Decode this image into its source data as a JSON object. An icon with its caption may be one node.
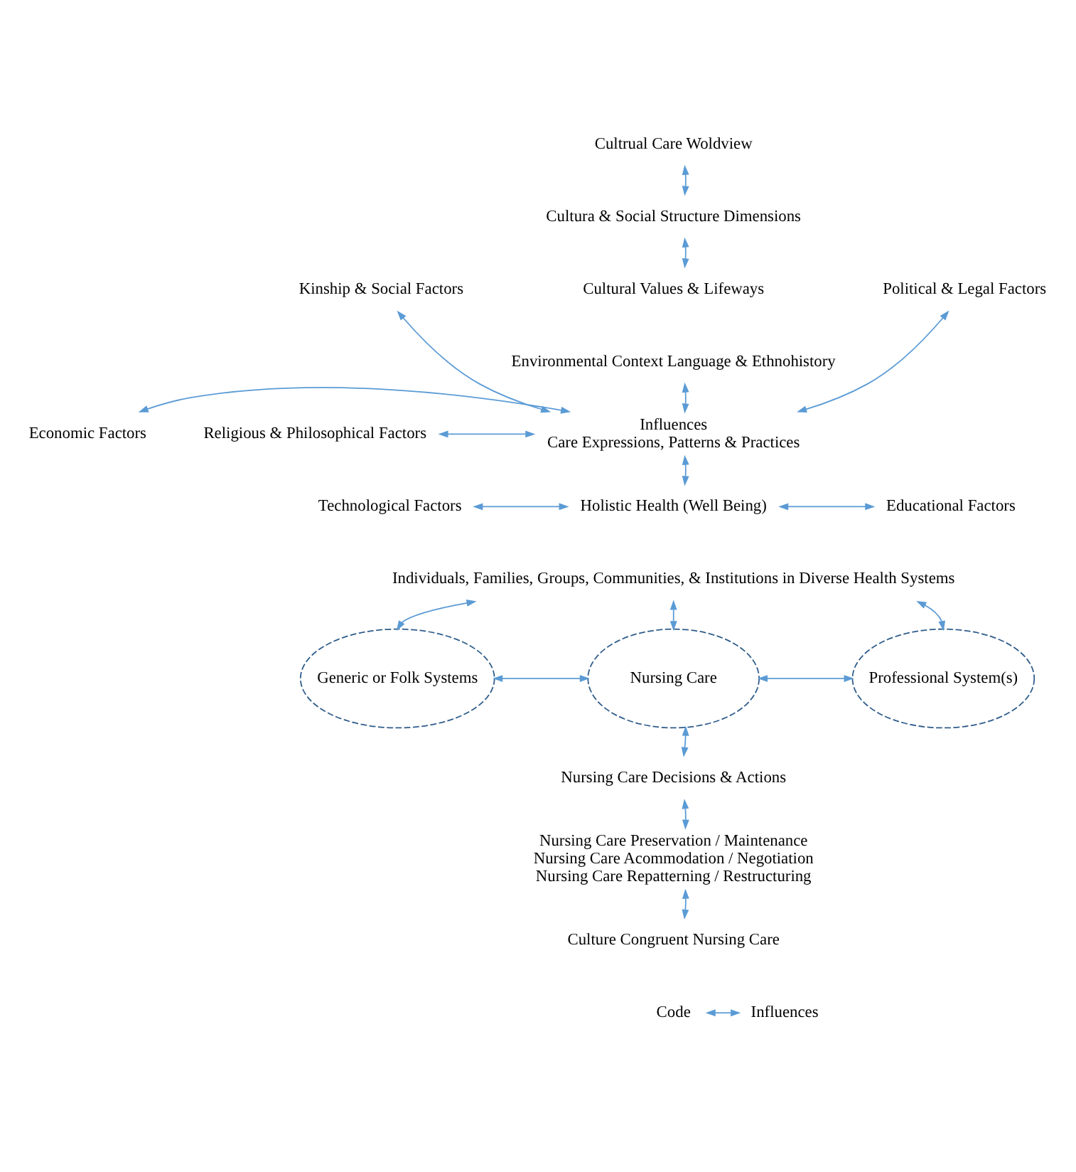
{
  "diagram": {
    "nodes": [
      {
        "text": [
          "Cultrual Care Woldview"
        ]
      },
      {
        "text": [
          "Cultura & Social Structure Dimensions"
        ]
      },
      {
        "text": [
          "Cultural Values & Lifeways"
        ]
      },
      {
        "text": [
          "Kinship & Social Factors"
        ]
      },
      {
        "text": [
          "Political & Legal Factors"
        ]
      },
      {
        "text": [
          "Environmental Context Language & Ethnohistory"
        ]
      },
      {
        "text": [
          "Religious & Philosophical Factors"
        ]
      },
      {
        "text": [
          "Economic Factors"
        ]
      },
      {
        "text": [
          "Influences",
          "Care Expressions, Patterns & Practices"
        ]
      },
      {
        "text": [
          "Technological Factors"
        ]
      },
      {
        "text": [
          "Educational Factors"
        ]
      },
      {
        "text": [
          "Holistic Health (Well Being)"
        ]
      },
      {
        "text": [
          "Individuals, Families, Groups, Communities, & Institutions in Diverse Health Systems"
        ]
      },
      {
        "text": [
          "Generic or Folk Systems"
        ]
      },
      {
        "text": [
          "Nursing Care"
        ]
      },
      {
        "text": [
          "Professional System(s)"
        ]
      },
      {
        "text": [
          "Nursing Care Decisions & Actions"
        ]
      },
      {
        "text": [
          "Nursing Care Preservation / Maintenance",
          "Nursing Care Acommodation / Negotiation",
          "Nursing Care Repatterning / Restructuring"
        ]
      },
      {
        "text": [
          "Culture Congruent Nursing Care"
        ]
      }
    ],
    "edges": [
      {
        "from": 0,
        "to": 1,
        "arrow": "both"
      },
      {
        "from": 1,
        "to": 2,
        "arrow": "both"
      },
      {
        "from": 5,
        "to": 8,
        "arrow": "both"
      },
      {
        "from": 3,
        "to": 8,
        "arrow": "both"
      },
      {
        "from": 4,
        "to": 8,
        "arrow": "both"
      },
      {
        "from": 6,
        "to": 8,
        "arrow": "both"
      },
      {
        "from": 7,
        "to": 8,
        "arrow": "both"
      },
      {
        "from": 8,
        "to": 11,
        "arrow": "both"
      },
      {
        "from": 9,
        "to": 11,
        "arrow": "both"
      },
      {
        "from": 11,
        "to": 10,
        "arrow": "both"
      },
      {
        "from": 12,
        "to": 13,
        "arrow": "both"
      },
      {
        "from": 12,
        "to": 14,
        "arrow": "both"
      },
      {
        "from": 12,
        "to": 15,
        "arrow": "both"
      },
      {
        "from": 13,
        "to": 14,
        "arrow": "both"
      },
      {
        "from": 14,
        "to": 15,
        "arrow": "both"
      },
      {
        "from": 14,
        "to": 16,
        "arrow": "both"
      },
      {
        "from": 16,
        "to": 17,
        "arrow": "both"
      },
      {
        "from": 17,
        "to": 18,
        "arrow": "both"
      }
    ],
    "labels": [
      "Code"
    ],
    "legend": [
      {
        "text": "Influences"
      }
    ]
  }
}
